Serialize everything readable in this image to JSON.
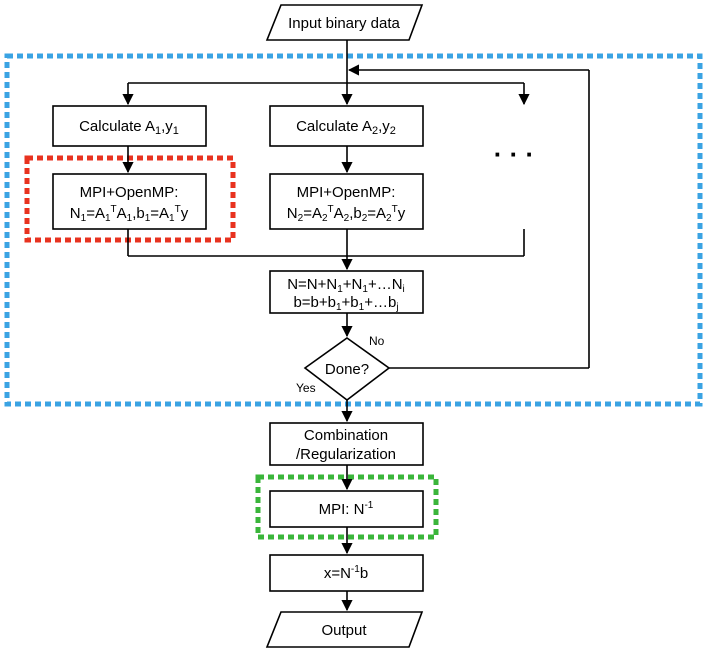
{
  "nodes": {
    "input": "Input binary data",
    "calc1": {
      "base": "Calculate A",
      "sub1": "1",
      "mid": ",y",
      "sub2": "1"
    },
    "calc2": {
      "base": "Calculate A",
      "sub1": "2",
      "mid": ",y",
      "sub2": "2"
    },
    "ellipsis": "· · ·",
    "mpi1": {
      "line1": "MPI+OpenMP:",
      "line2_parts": [
        "N",
        "1",
        "=A",
        "1",
        "T",
        "A",
        "1",
        ",b",
        "1",
        "=A",
        "1",
        "T",
        "y"
      ]
    },
    "mpi2": {
      "line1": "MPI+OpenMP:",
      "line2_parts": [
        "N",
        "2",
        "=A",
        "2",
        "T",
        "A",
        "2",
        ",b",
        "2",
        "=A",
        "2",
        "T",
        "y"
      ]
    },
    "accum": {
      "line1_parts": [
        "N=N+N",
        "1",
        "+N",
        "1",
        "+…N",
        "i"
      ],
      "line2_parts": [
        "b=b+b",
        "1",
        "+b",
        "1",
        "+…",
        "b",
        "j"
      ]
    },
    "decision": "Done?",
    "no_label": "No",
    "yes_label": "Yes",
    "combination": {
      "line1": "Combination",
      "line2": "/Regularization"
    },
    "inverse": {
      "base": "MPI: N",
      "sup": "-1"
    },
    "solve": {
      "base": "x=N",
      "sup": "-1",
      "tail": "b"
    },
    "output": "Output"
  },
  "colors": {
    "blue_frame": "#3aa3e3",
    "red_frame": "#e8321f",
    "green_frame": "#3ab53a",
    "lines": "#000000"
  }
}
